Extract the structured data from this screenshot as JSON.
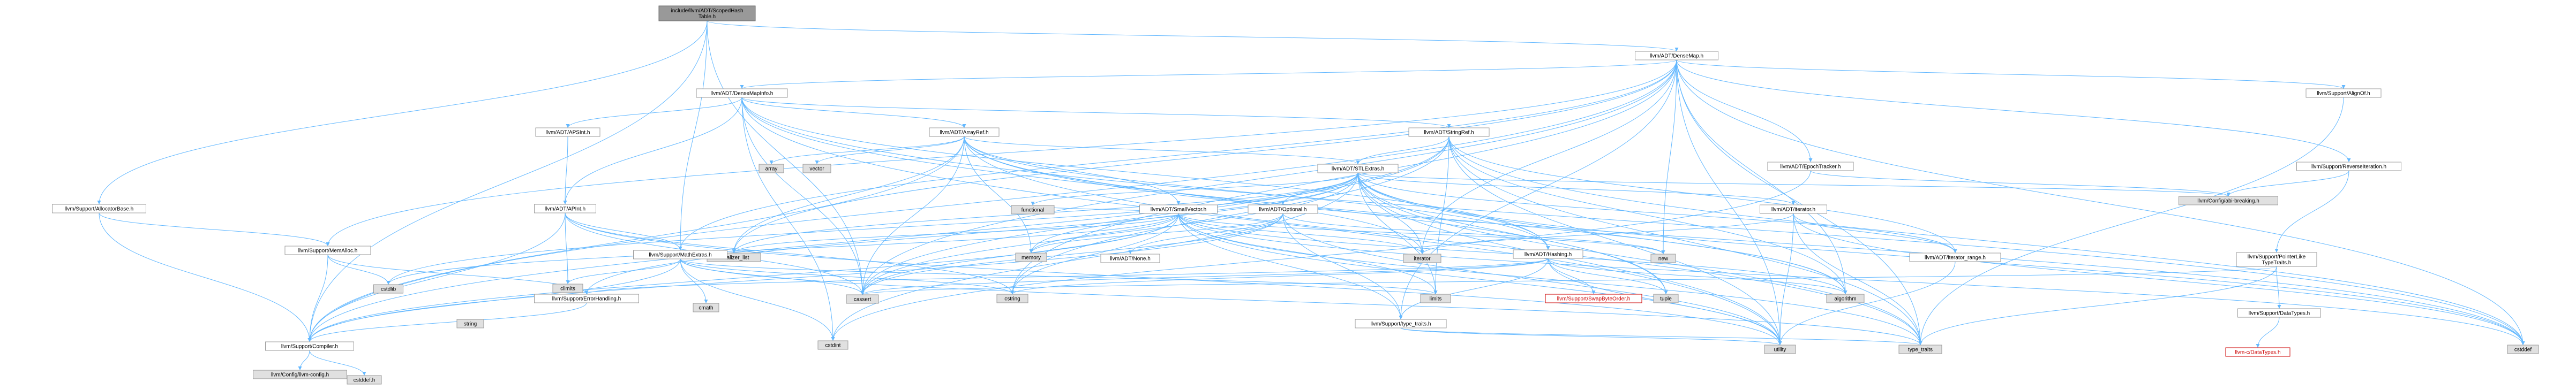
{
  "graph": {
    "root": "include/llvm/ADT/ScopedHashTable.h",
    "nodes": {
      "scoped": {
        "lines": [
          "include/llvm/ADT/ScopedHash",
          "Table.h"
        ],
        "kind": "main"
      },
      "densemap": {
        "lines": [
          "llvm/ADT/DenseMap.h"
        ],
        "kind": "hdr"
      },
      "allocbase": {
        "lines": [
          "llvm/Support/AllocatorBase.h"
        ],
        "kind": "hdr"
      },
      "compiler": {
        "lines": [
          "llvm/Support/Compiler.h"
        ],
        "kind": "hdr"
      },
      "densemapinfo": {
        "lines": [
          "llvm/ADT/DenseMapInfo.h"
        ],
        "kind": "hdr"
      },
      "alignof": {
        "lines": [
          "llvm/Support/AlignOf.h"
        ],
        "kind": "hdr"
      },
      "apsint": {
        "lines": [
          "llvm/ADT/APSInt.h"
        ],
        "kind": "hdr"
      },
      "arrayref": {
        "lines": [
          "llvm/ADT/ArrayRef.h"
        ],
        "kind": "hdr"
      },
      "stringref": {
        "lines": [
          "llvm/ADT/StringRef.h"
        ],
        "kind": "hdr"
      },
      "epoch": {
        "lines": [
          "llvm/ADT/EpochTracker.h"
        ],
        "kind": "hdr"
      },
      "reverseiter": {
        "lines": [
          "llvm/Support/ReverseIteration.h"
        ],
        "kind": "hdr"
      },
      "array": {
        "lines": [
          "array"
        ],
        "kind": "sys"
      },
      "vector": {
        "lines": [
          "vector"
        ],
        "kind": "sys"
      },
      "stlextras": {
        "lines": [
          "llvm/ADT/STLExtras.h"
        ],
        "kind": "hdr"
      },
      "abibreak": {
        "lines": [
          "llvm/Config/abi-breaking.h"
        ],
        "kind": "sys"
      },
      "apint": {
        "lines": [
          "llvm/ADT/APInt.h"
        ],
        "kind": "hdr"
      },
      "functional": {
        "lines": [
          "functional"
        ],
        "kind": "sys"
      },
      "smallvector": {
        "lines": [
          "llvm/ADT/SmallVector.h"
        ],
        "kind": "hdr"
      },
      "optional": {
        "lines": [
          "llvm/ADT/Optional.h"
        ],
        "kind": "hdr"
      },
      "adtiterator": {
        "lines": [
          "llvm/ADT/iterator.h"
        ],
        "kind": "hdr"
      },
      "memalloc": {
        "lines": [
          "llvm/Support/MemAlloc.h"
        ],
        "kind": "hdr"
      },
      "initlist": {
        "lines": [
          "initializer_list"
        ],
        "kind": "sys"
      },
      "memory": {
        "lines": [
          "memory"
        ],
        "kind": "sys"
      },
      "adtnone": {
        "lines": [
          "llvm/ADT/None.h"
        ],
        "kind": "hdr"
      },
      "iteratorsys": {
        "lines": [
          "iterator"
        ],
        "kind": "sys"
      },
      "newsys": {
        "lines": [
          "new"
        ],
        "kind": "sys"
      },
      "iterrange": {
        "lines": [
          "llvm/ADT/iterator_range.h"
        ],
        "kind": "hdr"
      },
      "mathextras": {
        "lines": [
          "llvm/Support/MathExtras.h"
        ],
        "kind": "hdr"
      },
      "hashing": {
        "lines": [
          "llvm/ADT/Hashing.h"
        ],
        "kind": "hdr"
      },
      "ptrlike": {
        "lines": [
          "llvm/Support/PointerLike",
          "TypeTraits.h"
        ],
        "kind": "hdr"
      },
      "cstdlib": {
        "lines": [
          "cstdlib"
        ],
        "kind": "sys"
      },
      "climits": {
        "lines": [
          "climits"
        ],
        "kind": "sys"
      },
      "errhandling": {
        "lines": [
          "llvm/Support/ErrorHandling.h"
        ],
        "kind": "hdr"
      },
      "cmath": {
        "lines": [
          "cmath"
        ],
        "kind": "sys"
      },
      "cassert": {
        "lines": [
          "cassert"
        ],
        "kind": "sys"
      },
      "cstring": {
        "lines": [
          "cstring"
        ],
        "kind": "sys"
      },
      "limits": {
        "lines": [
          "limits"
        ],
        "kind": "sys"
      },
      "typetraitssup": {
        "lines": [
          "llvm/Support/type_traits.h"
        ],
        "kind": "hdr"
      },
      "swapbyte": {
        "lines": [
          "llvm/Support/SwapByteOrder.h"
        ],
        "kind": "red"
      },
      "tuple": {
        "lines": [
          "tuple"
        ],
        "kind": "sys"
      },
      "algorithm": {
        "lines": [
          "algorithm"
        ],
        "kind": "sys"
      },
      "datatypes": {
        "lines": [
          "llvm/Support/DataTypes.h"
        ],
        "kind": "hdr"
      },
      "cdatatypes": {
        "lines": [
          "llvm-c/DataTypes.h"
        ],
        "kind": "red"
      },
      "stringsys": {
        "lines": [
          "string"
        ],
        "kind": "sys"
      },
      "cstdint": {
        "lines": [
          "cstdint"
        ],
        "kind": "sys"
      },
      "utility": {
        "lines": [
          "utility"
        ],
        "kind": "sys"
      },
      "typetraits": {
        "lines": [
          "type_traits"
        ],
        "kind": "sys"
      },
      "cstddef": {
        "lines": [
          "cstddef"
        ],
        "kind": "sys"
      },
      "llvmconfig": {
        "lines": [
          "llvm/Config/llvm-config.h"
        ],
        "kind": "sys"
      },
      "cstddefh": {
        "lines": [
          "cstddef.h"
        ],
        "kind": "sys"
      }
    },
    "edges": [
      [
        "scoped",
        "densemap"
      ],
      [
        "scoped",
        "allocbase"
      ],
      [
        "scoped",
        "compiler"
      ],
      [
        "scoped",
        "mathextras"
      ],
      [
        "scoped",
        "cassert"
      ],
      [
        "allocbase",
        "compiler"
      ],
      [
        "allocbase",
        "memalloc"
      ],
      [
        "densemap",
        "densemapinfo"
      ],
      [
        "densemap",
        "epoch"
      ],
      [
        "densemap",
        "alignof"
      ],
      [
        "densemap",
        "compiler"
      ],
      [
        "densemap",
        "mathextras"
      ],
      [
        "densemap",
        "memalloc"
      ],
      [
        "densemap",
        "reverseiter"
      ],
      [
        "densemap",
        "typetraitssup"
      ],
      [
        "densemap",
        "algorithm"
      ],
      [
        "densemap",
        "cassert"
      ],
      [
        "densemap",
        "cstddef"
      ],
      [
        "densemap",
        "cstring"
      ],
      [
        "densemap",
        "initlist"
      ],
      [
        "densemap",
        "iteratorsys"
      ],
      [
        "densemap",
        "newsys"
      ],
      [
        "densemap",
        "typetraits"
      ],
      [
        "densemap",
        "utility"
      ],
      [
        "densemapinfo",
        "apint"
      ],
      [
        "densemapinfo",
        "apsint"
      ],
      [
        "densemapinfo",
        "arrayref"
      ],
      [
        "densemapinfo",
        "hashing"
      ],
      [
        "densemapinfo",
        "stringref"
      ],
      [
        "densemapinfo",
        "cassert"
      ],
      [
        "densemapinfo",
        "cstddef"
      ],
      [
        "densemapinfo",
        "cstdint"
      ],
      [
        "densemapinfo",
        "tuple"
      ],
      [
        "densemapinfo",
        "utility"
      ],
      [
        "apsint",
        "apint"
      ],
      [
        "arrayref",
        "hashing"
      ],
      [
        "arrayref",
        "smallvector"
      ],
      [
        "arrayref",
        "stlextras"
      ],
      [
        "arrayref",
        "compiler"
      ],
      [
        "arrayref",
        "algorithm"
      ],
      [
        "arrayref",
        "array"
      ],
      [
        "arrayref",
        "cassert"
      ],
      [
        "arrayref",
        "cstddef"
      ],
      [
        "arrayref",
        "initlist"
      ],
      [
        "arrayref",
        "iteratorsys"
      ],
      [
        "arrayref",
        "memory"
      ],
      [
        "arrayref",
        "typetraits"
      ],
      [
        "arrayref",
        "vector"
      ],
      [
        "stringref",
        "stlextras"
      ],
      [
        "stringref",
        "iterrange"
      ],
      [
        "stringref",
        "compiler"
      ],
      [
        "stringref",
        "algorithm"
      ],
      [
        "stringref",
        "cassert"
      ],
      [
        "stringref",
        "cstddef"
      ],
      [
        "stringref",
        "cstring"
      ],
      [
        "stringref",
        "limits"
      ],
      [
        "stringref",
        "string"
      ],
      [
        "stringref",
        "typetraits"
      ],
      [
        "stringref",
        "utility"
      ],
      [
        "epoch",
        "abibreak"
      ],
      [
        "epoch",
        "cstdint"
      ],
      [
        "reverseiter",
        "abibreak"
      ],
      [
        "reverseiter",
        "ptrlike"
      ],
      [
        "stlextras",
        "hashing"
      ],
      [
        "stlextras",
        "optional"
      ],
      [
        "stlextras",
        "adtiterator"
      ],
      [
        "stlextras",
        "iterrange"
      ],
      [
        "stlextras",
        "abibreak"
      ],
      [
        "stlextras",
        "errhandling"
      ],
      [
        "stlextras",
        "algorithm"
      ],
      [
        "stlextras",
        "cassert"
      ],
      [
        "stlextras",
        "cstddef"
      ],
      [
        "stlextras",
        "cstdint"
      ],
      [
        "stlextras",
        "cstdlib"
      ],
      [
        "stlextras",
        "functional"
      ],
      [
        "stlextras",
        "initlist"
      ],
      [
        "stlextras",
        "iteratorsys"
      ],
      [
        "stlextras",
        "limits"
      ],
      [
        "stlextras",
        "memory"
      ],
      [
        "stlextras",
        "tuple"
      ],
      [
        "stlextras",
        "typetraits"
      ],
      [
        "stlextras",
        "utility"
      ],
      [
        "apint",
        "compiler"
      ],
      [
        "apint",
        "mathextras"
      ],
      [
        "apint",
        "cassert"
      ],
      [
        "apint",
        "climits"
      ],
      [
        "apint",
        "cstring"
      ],
      [
        "apint",
        "utility"
      ],
      [
        "smallvector",
        "compiler"
      ],
      [
        "smallvector",
        "typetraitssup"
      ],
      [
        "smallvector",
        "algorithm"
      ],
      [
        "smallvector",
        "cassert"
      ],
      [
        "smallvector",
        "cstddef"
      ],
      [
        "smallvector",
        "cstdlib"
      ],
      [
        "smallvector",
        "cstring"
      ],
      [
        "smallvector",
        "functional"
      ],
      [
        "smallvector",
        "initlist"
      ],
      [
        "smallvector",
        "iteratorsys"
      ],
      [
        "smallvector",
        "limits"
      ],
      [
        "smallvector",
        "memory"
      ],
      [
        "smallvector",
        "newsys"
      ],
      [
        "smallvector",
        "typetraits"
      ],
      [
        "smallvector",
        "utility"
      ],
      [
        "optional",
        "adtnone"
      ],
      [
        "optional",
        "compiler"
      ],
      [
        "optional",
        "typetraitssup"
      ],
      [
        "optional",
        "cassert"
      ],
      [
        "optional",
        "memory"
      ],
      [
        "optional",
        "newsys"
      ],
      [
        "optional",
        "utility"
      ],
      [
        "adtiterator",
        "iterrange"
      ],
      [
        "adtiterator",
        "cstddef"
      ],
      [
        "adtiterator",
        "iteratorsys"
      ],
      [
        "adtiterator",
        "typetraits"
      ],
      [
        "adtiterator",
        "utility"
      ],
      [
        "iterrange",
        "utility"
      ],
      [
        "memalloc",
        "compiler"
      ],
      [
        "memalloc",
        "errhandling"
      ],
      [
        "memalloc",
        "cstdlib"
      ],
      [
        "mathextras",
        "compiler"
      ],
      [
        "mathextras",
        "cassert"
      ],
      [
        "mathextras",
        "climits"
      ],
      [
        "mathextras",
        "cmath"
      ],
      [
        "mathextras",
        "cstdint"
      ],
      [
        "mathextras",
        "cstring"
      ],
      [
        "mathextras",
        "limits"
      ],
      [
        "mathextras",
        "typetraits"
      ],
      [
        "hashing",
        "errhandling"
      ],
      [
        "hashing",
        "swapbyte"
      ],
      [
        "hashing",
        "typetraitssup"
      ],
      [
        "hashing",
        "algorithm"
      ],
      [
        "hashing",
        "cassert"
      ],
      [
        "hashing",
        "cstring"
      ],
      [
        "hashing",
        "string"
      ],
      [
        "hashing",
        "tuple"
      ],
      [
        "hashing",
        "utility"
      ],
      [
        "ptrlike",
        "datatypes"
      ],
      [
        "ptrlike",
        "cassert"
      ],
      [
        "ptrlike",
        "typetraits"
      ],
      [
        "errhandling",
        "compiler"
      ],
      [
        "typetraitssup",
        "typetraits"
      ],
      [
        "typetraitssup",
        "utility"
      ],
      [
        "datatypes",
        "cdatatypes"
      ],
      [
        "compiler",
        "llvmconfig"
      ],
      [
        "compiler",
        "cstddefh"
      ],
      [
        "alignof",
        "typetraits"
      ]
    ]
  }
}
